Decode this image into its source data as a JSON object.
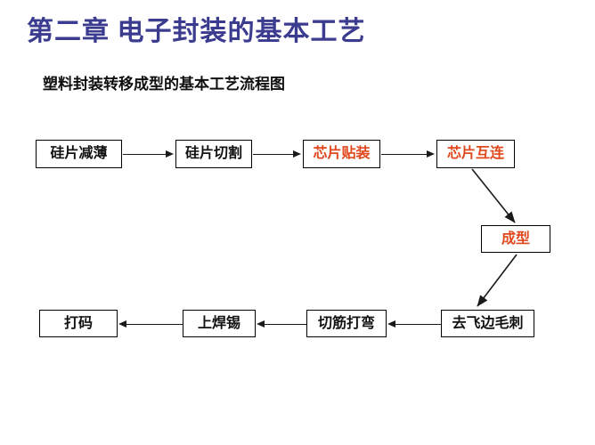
{
  "slide": {
    "title": "第二章  电子封装的基本工艺",
    "subtitle": "塑料封装转移成型的基本工艺流程图",
    "title_color": "#3b3b8f",
    "accent_color": "#e0471c",
    "text_color": "#111111",
    "border_color": "#000000",
    "background": "#ffffff"
  },
  "flowchart": {
    "type": "process-flow",
    "nodes": [
      {
        "id": "n1",
        "label": "硅片减薄",
        "color": "#111111",
        "row": 1,
        "order": 1
      },
      {
        "id": "n2",
        "label": "硅片切割",
        "color": "#111111",
        "row": 1,
        "order": 2
      },
      {
        "id": "n3",
        "label": "芯片贴装",
        "color": "#e0471c",
        "row": 1,
        "order": 3
      },
      {
        "id": "n4",
        "label": "芯片互连",
        "color": "#e0471c",
        "row": 1,
        "order": 4
      },
      {
        "id": "n5",
        "label": "成型",
        "color": "#e0471c",
        "row": 2,
        "order": 5
      },
      {
        "id": "n6",
        "label": "去飞边毛刺",
        "color": "#111111",
        "row": 3,
        "order": 6
      },
      {
        "id": "n7",
        "label": "切筋打弯",
        "color": "#111111",
        "row": 3,
        "order": 7
      },
      {
        "id": "n8",
        "label": "上焊锡",
        "color": "#111111",
        "row": 3,
        "order": 8
      },
      {
        "id": "n9",
        "label": "打码",
        "color": "#111111",
        "row": 3,
        "order": 9
      }
    ],
    "edges": [
      {
        "from": "n1",
        "to": "n2",
        "direction": "right"
      },
      {
        "from": "n2",
        "to": "n3",
        "direction": "right"
      },
      {
        "from": "n3",
        "to": "n4",
        "direction": "right"
      },
      {
        "from": "n4",
        "to": "n5",
        "direction": "diagonal-down-right"
      },
      {
        "from": "n5",
        "to": "n6",
        "direction": "diagonal-down-left"
      },
      {
        "from": "n6",
        "to": "n7",
        "direction": "left"
      },
      {
        "from": "n7",
        "to": "n8",
        "direction": "left"
      },
      {
        "from": "n8",
        "to": "n9",
        "direction": "left"
      }
    ]
  }
}
